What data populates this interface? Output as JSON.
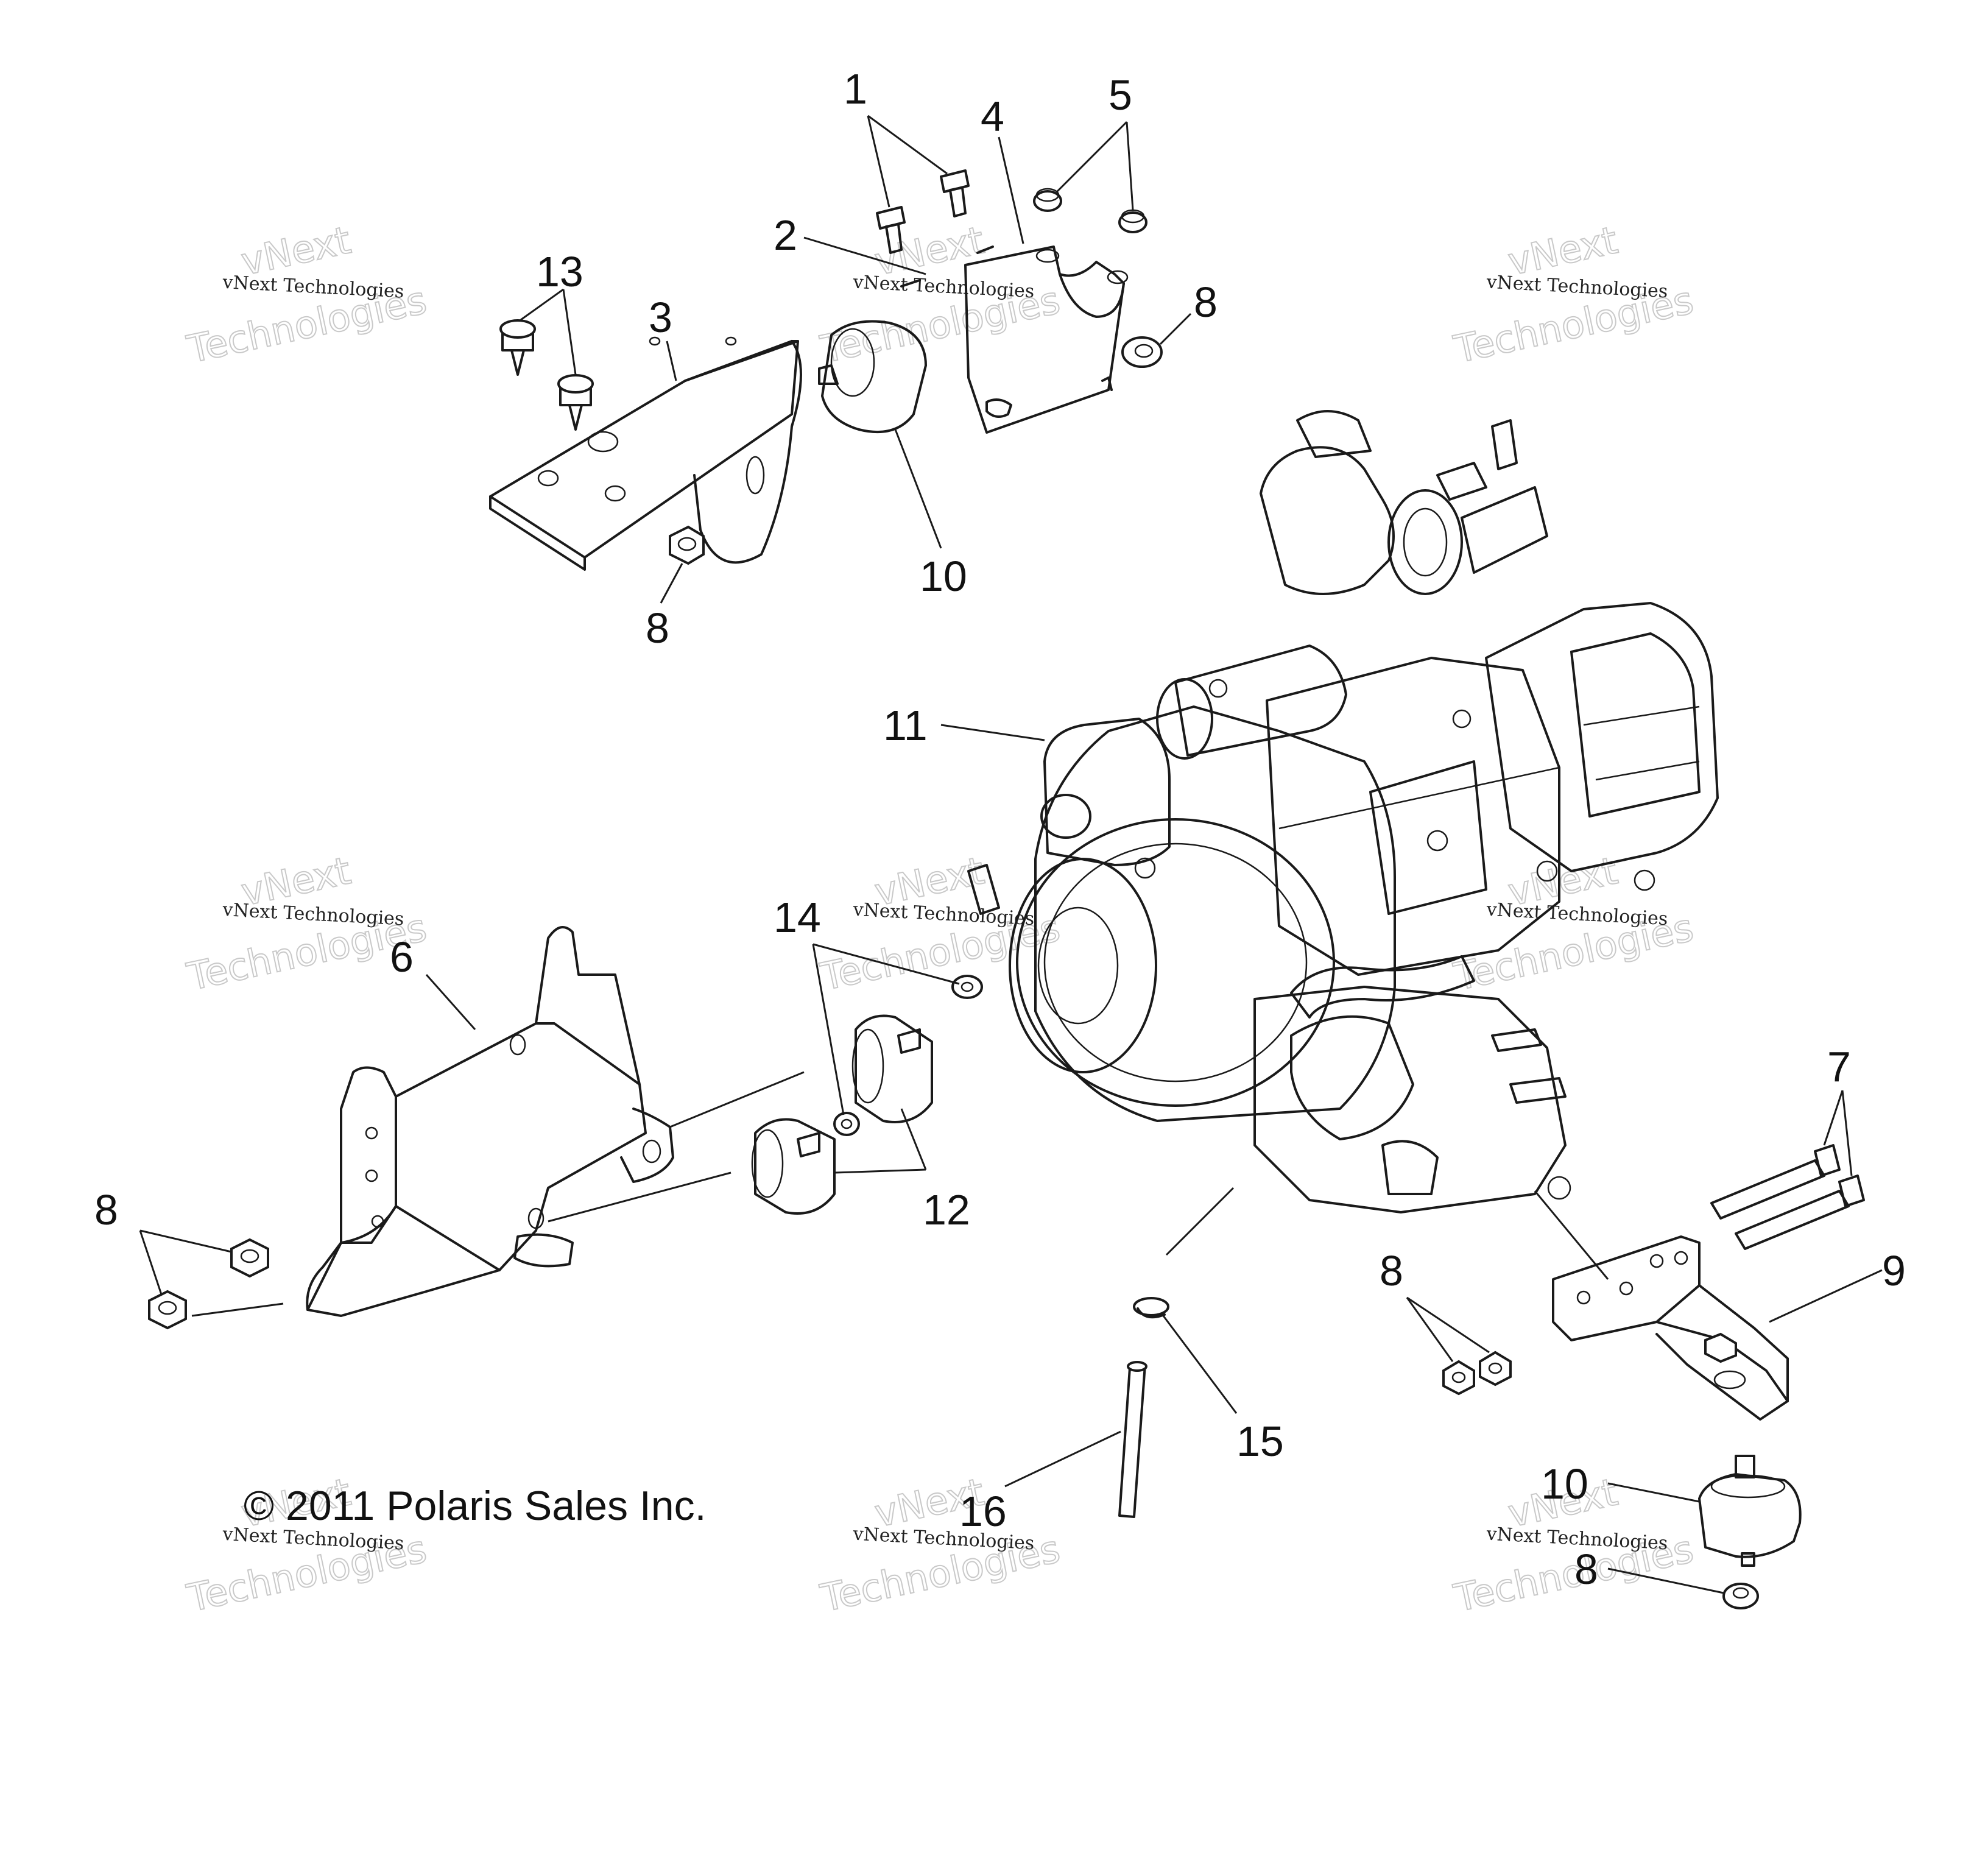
{
  "copyright": "© 2011 Polaris Sales Inc.",
  "watermark": {
    "line_small": "vNext Technologies",
    "line_big_1": "vNext",
    "line_big_2": "Technologies"
  },
  "callouts": [
    {
      "id": "c1",
      "label": "1"
    },
    {
      "id": "c2",
      "label": "2"
    },
    {
      "id": "c3",
      "label": "3"
    },
    {
      "id": "c4",
      "label": "4"
    },
    {
      "id": "c5",
      "label": "5"
    },
    {
      "id": "c6",
      "label": "6"
    },
    {
      "id": "c7",
      "label": "7"
    },
    {
      "id": "c8a",
      "label": "8"
    },
    {
      "id": "c8b",
      "label": "8"
    },
    {
      "id": "c8c",
      "label": "8"
    },
    {
      "id": "c8d",
      "label": "8"
    },
    {
      "id": "c8e",
      "label": "8"
    },
    {
      "id": "c9",
      "label": "9"
    },
    {
      "id": "c10a",
      "label": "10"
    },
    {
      "id": "c10b",
      "label": "10"
    },
    {
      "id": "c11",
      "label": "11"
    },
    {
      "id": "c12",
      "label": "12"
    },
    {
      "id": "c13",
      "label": "13"
    },
    {
      "id": "c14",
      "label": "14"
    },
    {
      "id": "c15",
      "label": "15"
    },
    {
      "id": "c16",
      "label": "16"
    }
  ]
}
